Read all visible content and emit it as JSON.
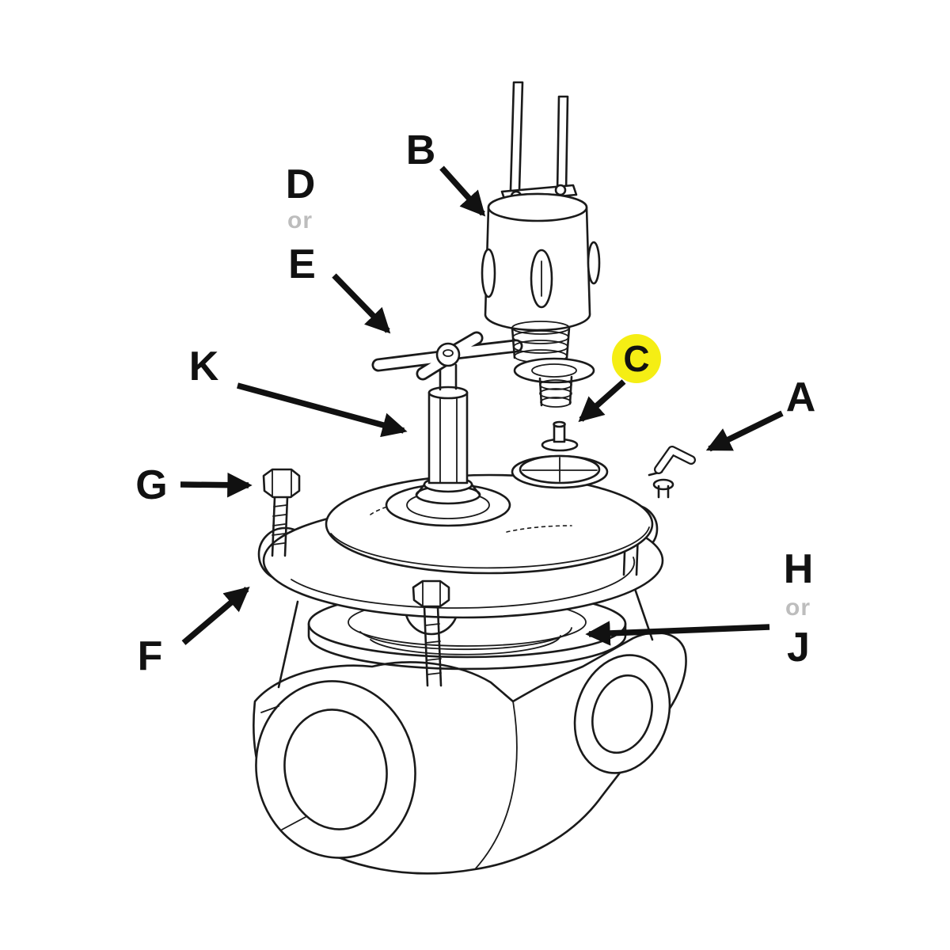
{
  "diagram": {
    "title": "Exploded parts diagram of a solenoid irrigation valve",
    "background": "#ffffff",
    "line_color": "#1a1a1a",
    "label_color": "#111111",
    "or_color": "#bdbdbd",
    "highlight_color": "#f5ee14",
    "labels": {
      "a": "A",
      "b": "B",
      "c": "C",
      "d": "D",
      "e": "E",
      "f": "F",
      "g": "G",
      "h": "H",
      "j": "J",
      "k": "K",
      "or_de": "or",
      "or_hj": "or"
    },
    "parts": {
      "a": "side lever fitting",
      "b": "solenoid with wires",
      "c": "highlighted small fitting",
      "d_or_e": "bleed screw cross handle",
      "f": "bonnet flange",
      "g": "flange bolt",
      "h_or_j": "diaphragm assembly",
      "k": "hex valve stem"
    }
  }
}
